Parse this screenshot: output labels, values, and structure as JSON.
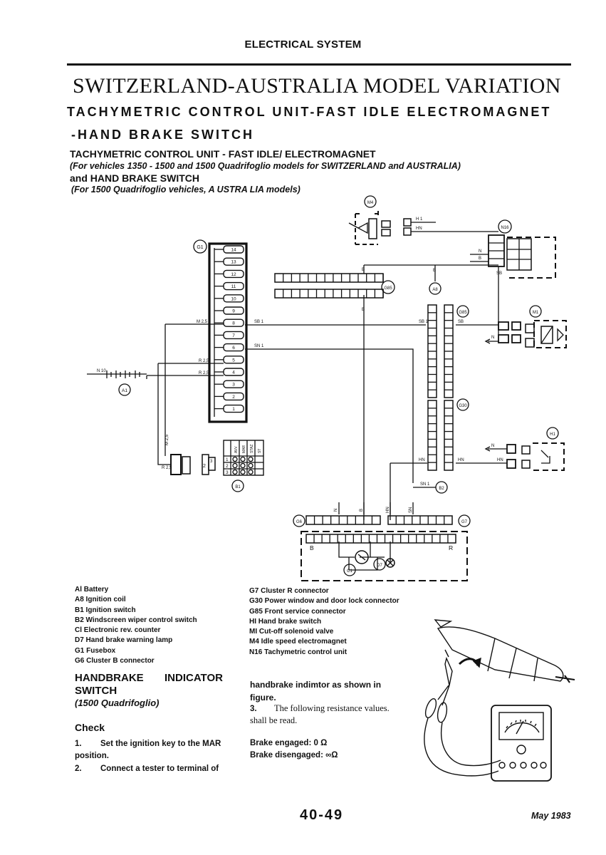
{
  "header": {
    "section": "ELECTRICAL SYSTEM",
    "title": "SWITZERLAND-AUSTRALIA MODEL VARIATION",
    "subtitle_line1": "TACHYMETRIC CONTROL UNIT-FAST IDLE ELECTROMAGNET",
    "subtitle_line2": "-HAND BRAKE SWITCH"
  },
  "intro": {
    "heading1": "TACHYMETRIC CONTROL UNIT - FAST IDLE/ ELECTROMAGNET",
    "note1": "(For vehicles 1350 - 1500 and 1500 Quadrifoglio models for SWITZERLAND and AUSTRALIA)",
    "heading2": "and HAND BRAKE SWITCH",
    "note2": "(For 1500 Quadrifoglio vehicles, A USTRA LIA models)"
  },
  "diagram": {
    "components": {
      "m4": "M4",
      "g1": "G1",
      "n16": "N16",
      "g85": "G85",
      "a8": "A8",
      "m1": "M1",
      "a1": "A1",
      "g30": "G30",
      "h1": "H1",
      "b1": "B1",
      "b2": "B2",
      "g6": "G6",
      "g7": "G7",
      "c1": "C1",
      "d7": "D7"
    },
    "fusebox_numbers": [
      "14",
      "13",
      "12",
      "11",
      "10",
      "9",
      "8",
      "7",
      "6",
      "5",
      "4",
      "3",
      "2",
      "1"
    ],
    "wire_labels": {
      "m25": "M 2,5",
      "r25a": "R 2,5",
      "r25b": "R 2,5",
      "sb1a": "SB 1",
      "sn1a": "SN 1",
      "sb1b": "SB 1",
      "sb_right": "SB",
      "b_top": "B",
      "b_mid": "B",
      "b_g85": "B",
      "sb_vert": "SB",
      "n10": "N 10",
      "h1_top": "H 1",
      "hn_top": "HN",
      "hn_left": "HN",
      "hn_right": "HN",
      "n_a": "N",
      "b_b": "B",
      "n_b": "N",
      "n_c": "N",
      "n_d": "N",
      "hn_b": "HN",
      "sn1_b2": "SN 1",
      "n_g6": "N",
      "b_g6": "B",
      "hn_g6": "HN",
      "sn_g7": "SN",
      "m25_vert": "M 2,5",
      "r25_conn": "R 2,5",
      "b_cluster": "B",
      "r_cluster": "R",
      "pin3": "3",
      "pin2": "2"
    },
    "switch_table": {
      "headers": [
        "AVV",
        "MAR",
        "STAZ",
        "ST"
      ],
      "rows": [
        "1",
        "2",
        "3"
      ]
    }
  },
  "legend": {
    "left": [
      "Al Battery",
      "A8 Ignition coil",
      "B1 Ignition switch",
      "B2 Windscreen wiper control switch",
      "Cl Electronic rev. counter",
      "D7 Hand brake warning lamp",
      "G1 Fusebox",
      "G6 Cluster B connector"
    ],
    "right": [
      "G7 Cluster R connector",
      "G30 Power window and door lock connector",
      "G85 Front service connector",
      "HI Hand brake switch",
      "MI Cut-off solenoid valve",
      "M4 Idle speed electromagnet",
      "N16 Tachymetric control unit"
    ]
  },
  "handbrake": {
    "title_part1": "HANDBRAKE",
    "title_part2": "INDICATOR",
    "title_part3": "SWITCH",
    "note": "(1500 Quadrifoglio)",
    "check": "Check",
    "steps": [
      {
        "num": "1.",
        "text": "Set the ignition key to the MAR"
      },
      {
        "num": "",
        "text": "position."
      },
      {
        "num": "2.",
        "text": "Connect a tester to terminal of"
      }
    ],
    "continued": "handbrake indimtor as shown in",
    "continued2": "figure.",
    "step3_num": "3.",
    "step3_text": "The following resistance values.",
    "step3_text2": "shall be read.",
    "engaged": "Brake engaged: 0 Ω",
    "disengaged": "Brake disengaged: ∞Ω"
  },
  "footer": {
    "page": "40-49",
    "date": "May 1983"
  }
}
